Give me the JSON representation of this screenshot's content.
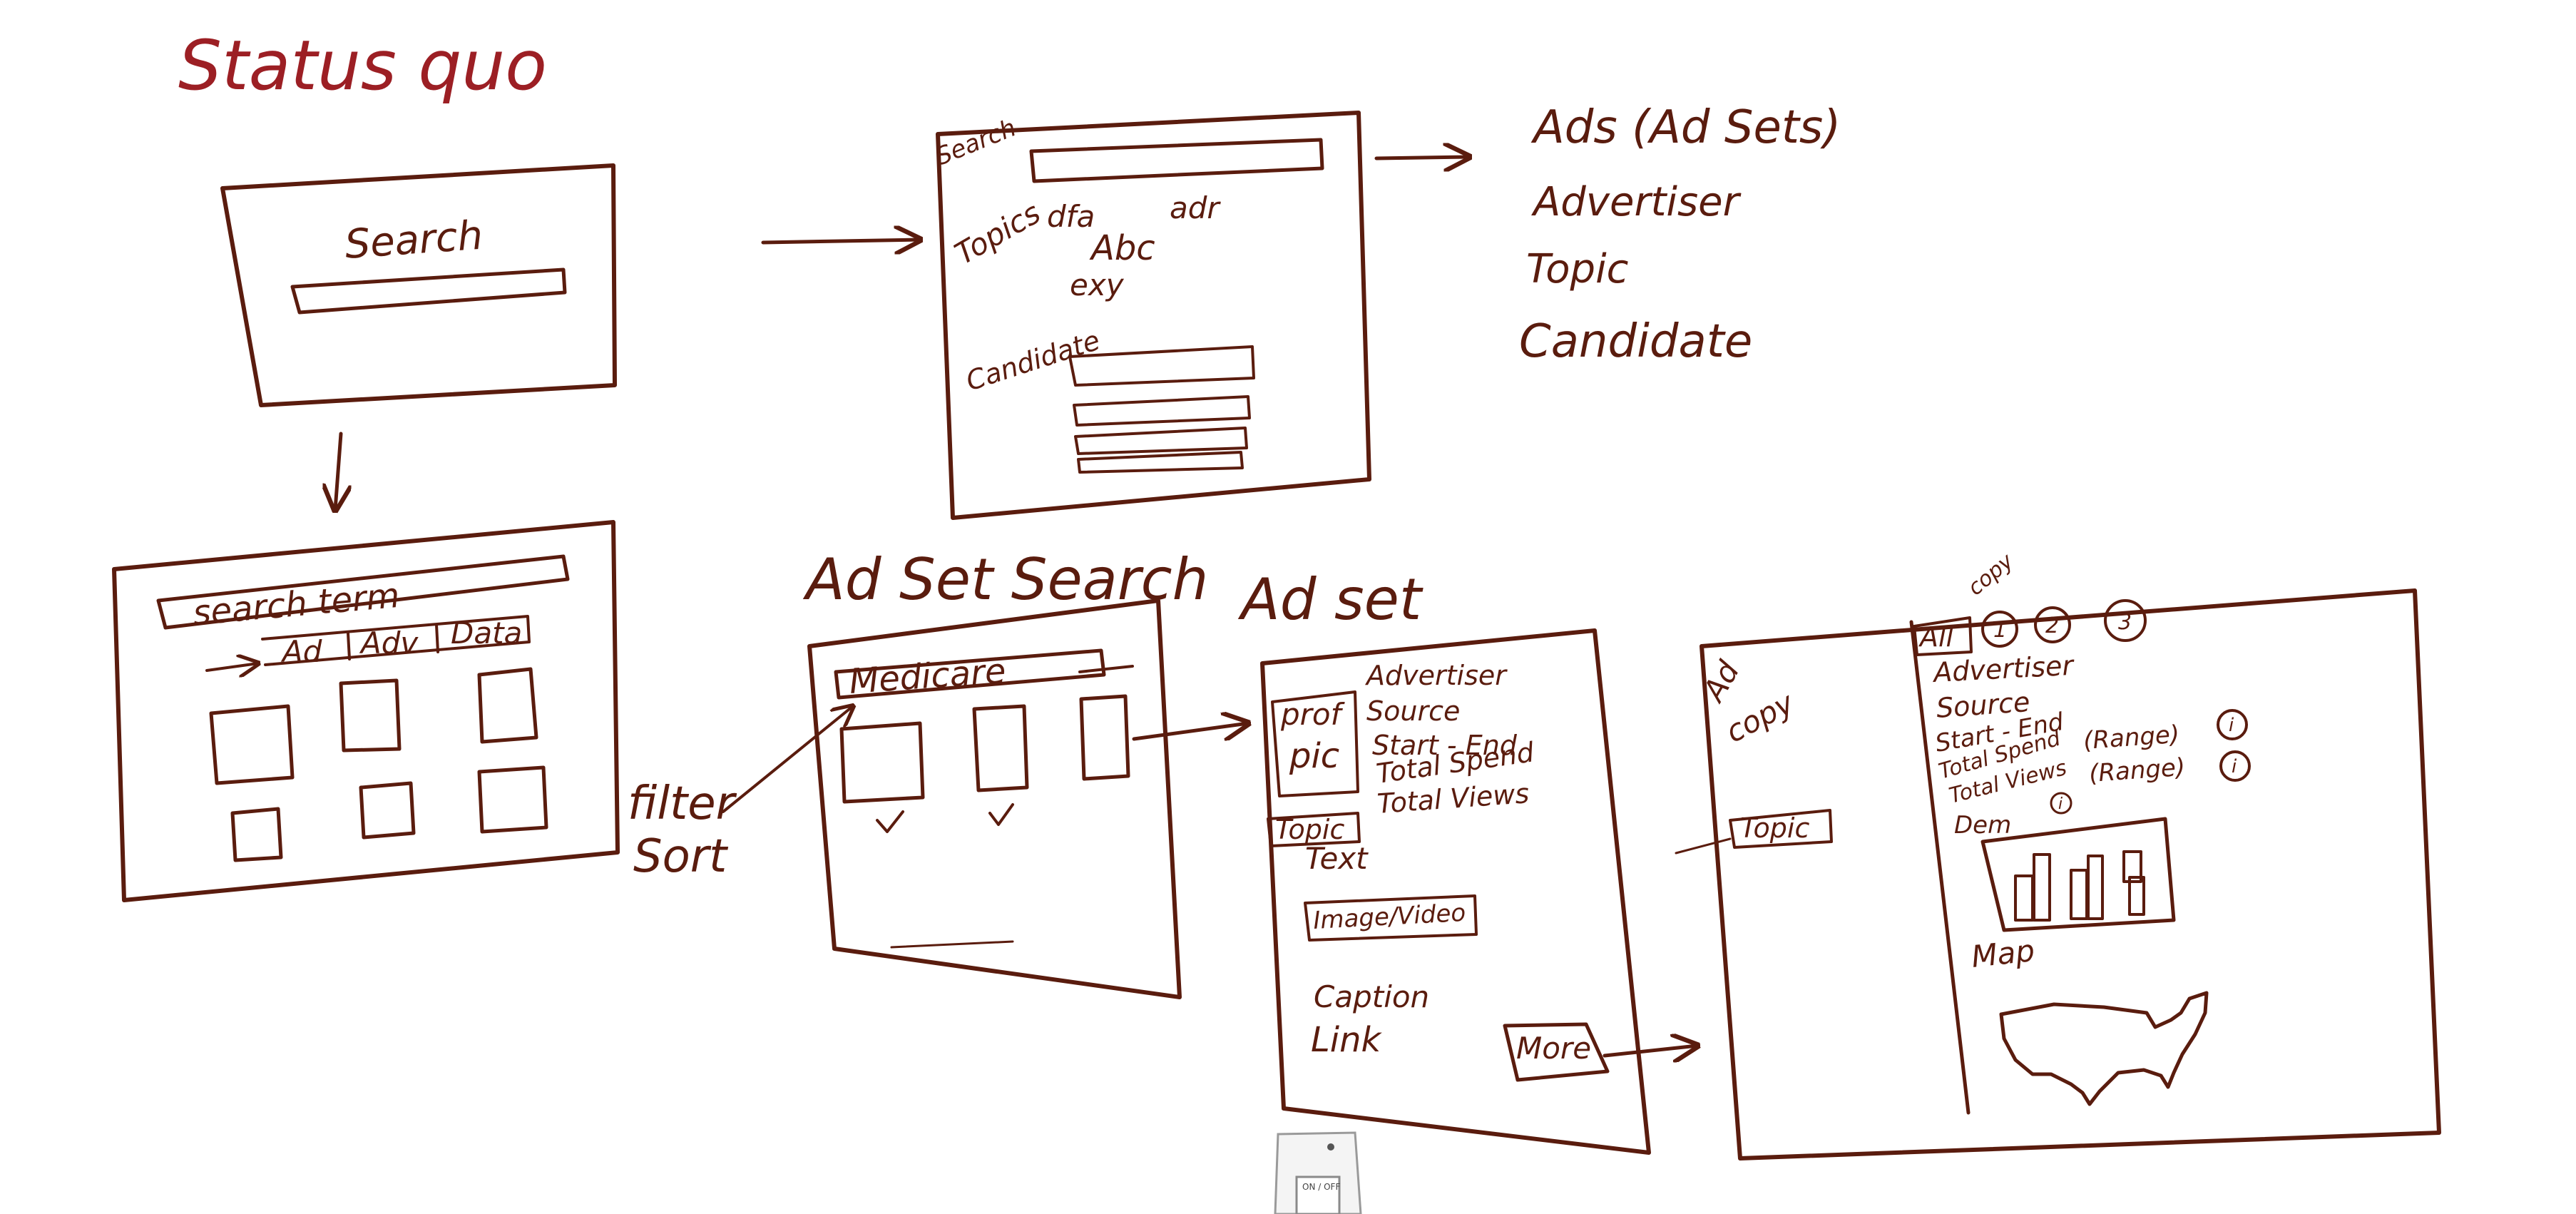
{
  "title": "Status quo",
  "status_quo_screen": {
    "search_label": "Search"
  },
  "results_screen": {
    "search_field_text": "search term",
    "tabs": [
      "Ad",
      "Adv",
      "Data"
    ]
  },
  "autocomplete_screen": {
    "search_label": "Search",
    "topics_label": "Topics",
    "topic_terms": [
      "dfa",
      "adr",
      "Abc",
      "exy"
    ],
    "candidate_label": "Candidate"
  },
  "result_types": [
    "Ads (Ad Sets)",
    "Advertiser",
    "Topic",
    "Candidate"
  ],
  "ad_set_search": {
    "heading": "Ad Set Search",
    "query": "Medicare",
    "side_note": [
      "filter",
      "Sort"
    ]
  },
  "ad_set_detail": {
    "heading": "Ad set",
    "profile_pic_label": [
      "prof",
      "pic"
    ],
    "fields": [
      "Advertiser",
      "Source",
      "Start - End",
      "Total Spend",
      "Total Views"
    ],
    "topic_tag": "Topic",
    "text_label": "Text",
    "media_label": "Image/Video",
    "caption_label": "Caption",
    "link_label": "Link",
    "more_button": "More"
  },
  "ad_set_full": {
    "sidebar_label": [
      "Ad",
      "copy"
    ],
    "topic_tag": "Topic",
    "copy_caption": "copy",
    "tab_all": "All",
    "tab_numbers": [
      "1",
      "2",
      "3"
    ],
    "fields": [
      "Advertiser",
      "Source",
      "Start - End",
      "Total Spend",
      "Total Views",
      "Dem"
    ],
    "range_label": "(Range)",
    "info_symbol": "i",
    "map_label": "Map"
  },
  "device_label": "ON / OFF",
  "colors": {
    "ink": "#5a1c0e",
    "title_ink": "#9c1f24",
    "background": "#ffffff"
  }
}
